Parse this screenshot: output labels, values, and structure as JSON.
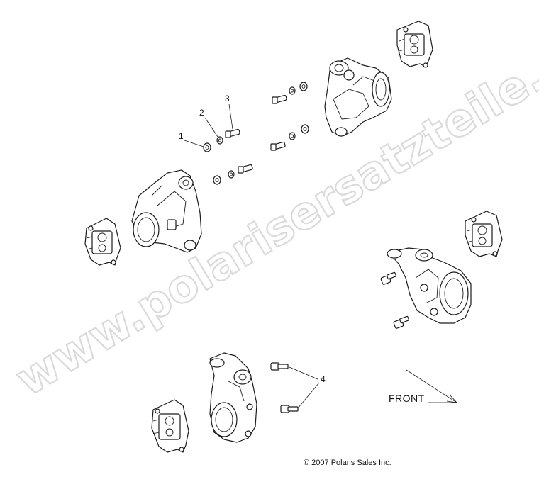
{
  "watermark": "www.polarisersatzteile.de",
  "callouts": {
    "c1": "1",
    "c2": "2",
    "c3": "3",
    "c4": "4"
  },
  "front_label": "FRONT",
  "copyright": "© 2007 Polaris Sales Inc.",
  "colors": {
    "line": "#1a1a1a",
    "watermark_outline": "#d9d9d9",
    "background": "#ffffff"
  }
}
